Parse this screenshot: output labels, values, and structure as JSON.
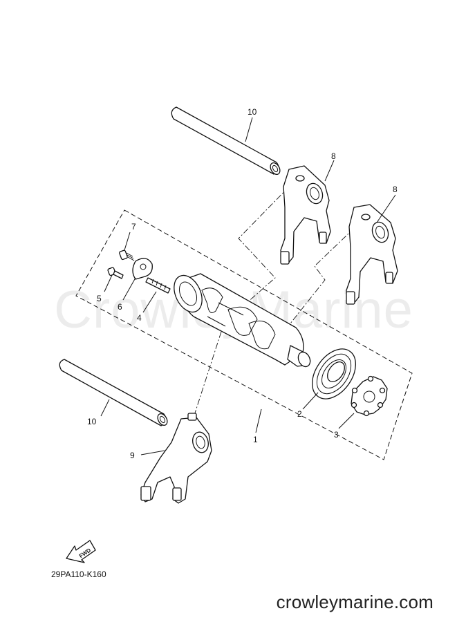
{
  "watermark": "CrowleyMarine",
  "diagram_code": "29PA110-K160",
  "site_credit": "crowleymarine.com",
  "fwd_label": "FWD",
  "callouts": {
    "c1": "1",
    "c2": "2",
    "c3": "3",
    "c4": "4",
    "c5": "5",
    "c6": "6",
    "c7": "7",
    "c8a": "8",
    "c8b": "8",
    "c9": "9",
    "c10a": "10",
    "c10b": "10"
  }
}
